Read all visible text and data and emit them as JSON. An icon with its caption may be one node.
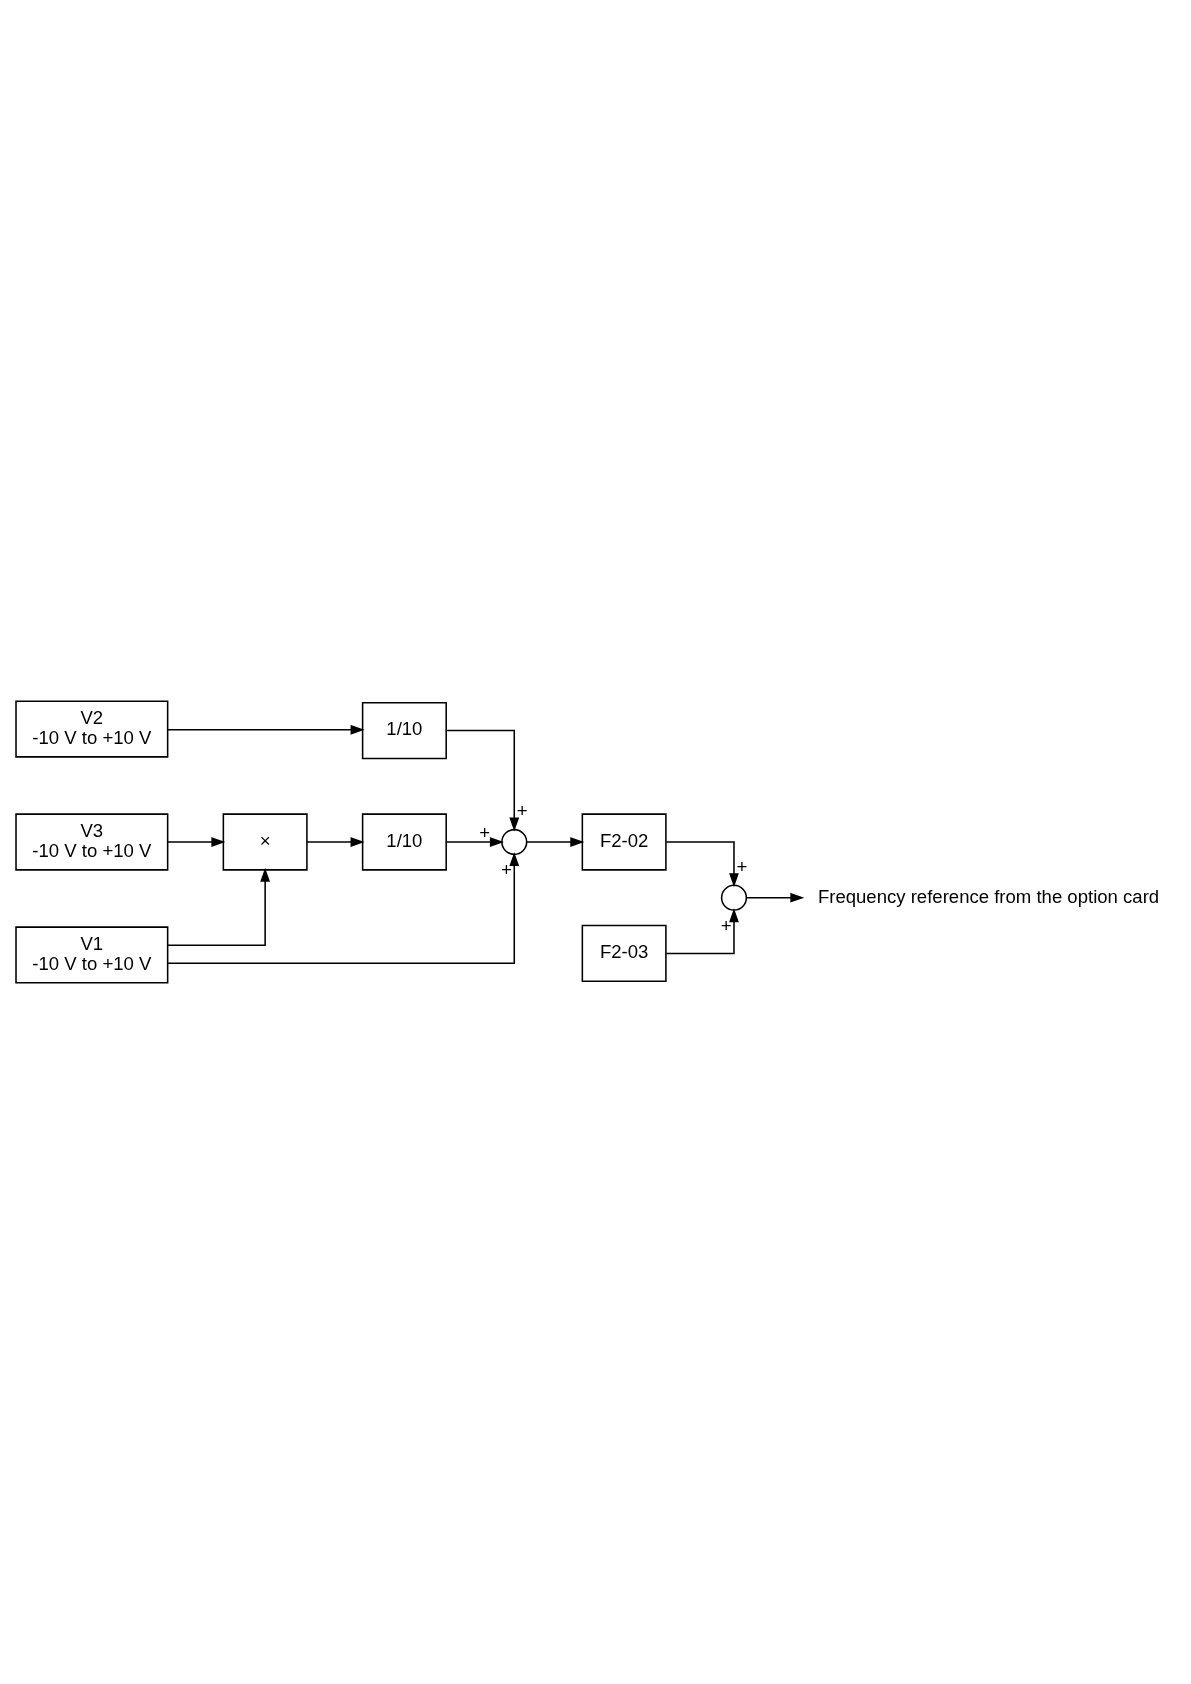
{
  "diagram": {
    "nodes": [
      {
        "text": [
          "V2",
          "-10 V to +10 V"
        ]
      },
      {
        "text": [
          "1/10"
        ]
      },
      {
        "text": [
          "V1",
          "-10 V to +10 V"
        ]
      },
      {
        "text": [
          "V3",
          "-10 V to +10 V"
        ]
      },
      {
        "text": [
          "×"
        ]
      },
      {
        "text": [
          "1/10"
        ]
      },
      {
        "text": [],
        "shape": "circle"
      },
      {
        "text": [
          "F2-02"
        ]
      },
      {
        "text": [],
        "shape": "circle"
      },
      {
        "text": [
          "F2-03"
        ]
      },
      {
        "text": [
          "Frequency reference from the option card"
        ]
      }
    ],
    "edges": [
      {
        "from": 0,
        "to": 1,
        "arrow": "to"
      },
      {
        "from": 1,
        "to": 6,
        "arrow": "to",
        "label": "+"
      },
      {
        "from": 2,
        "to": 6,
        "arrow": "to",
        "label": "+"
      },
      {
        "from": 2,
        "to": 4,
        "arrow": "to"
      },
      {
        "from": 3,
        "to": 4,
        "arrow": "to"
      },
      {
        "from": 4,
        "to": 5,
        "arrow": "to"
      },
      {
        "from": 5,
        "to": 6,
        "arrow": "to",
        "label": "+"
      },
      {
        "from": 6,
        "to": 7,
        "arrow": "to"
      },
      {
        "from": 7,
        "to": 8,
        "arrow": "to",
        "label": "+"
      },
      {
        "from": 9,
        "to": 8,
        "arrow": "to",
        "label": "+"
      },
      {
        "from": 8,
        "to": 10,
        "arrow": "to"
      }
    ]
  }
}
